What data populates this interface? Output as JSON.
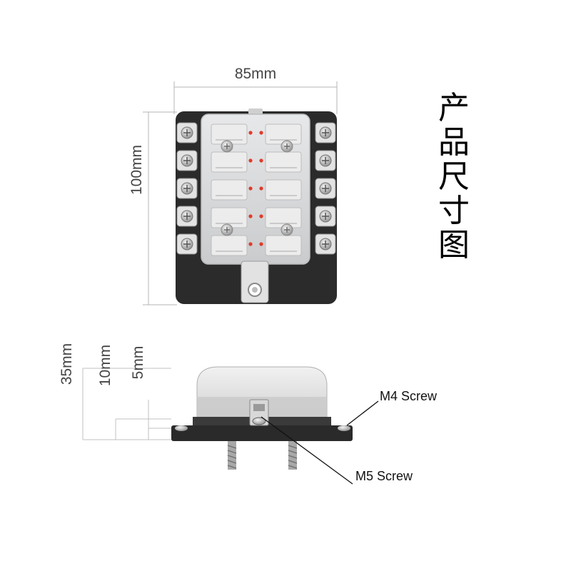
{
  "title": "产品尺寸图",
  "dimensions": {
    "width": "85mm",
    "height": "100mm",
    "total_height": "35mm",
    "mid_height": "10mm",
    "base_height": "5mm"
  },
  "callouts": {
    "m4": "M4 Screw",
    "m5": "M5 Screw"
  },
  "top_view": {
    "fuse_rows": 5,
    "fuse_columns": 2,
    "terminals_per_side": 5
  },
  "colors": {
    "base": "#2b2b2b",
    "cover": "#d6d8da",
    "screw": "#9a9a9a",
    "led": "#e23a2a",
    "dim_line": "#b5b5b5"
  }
}
